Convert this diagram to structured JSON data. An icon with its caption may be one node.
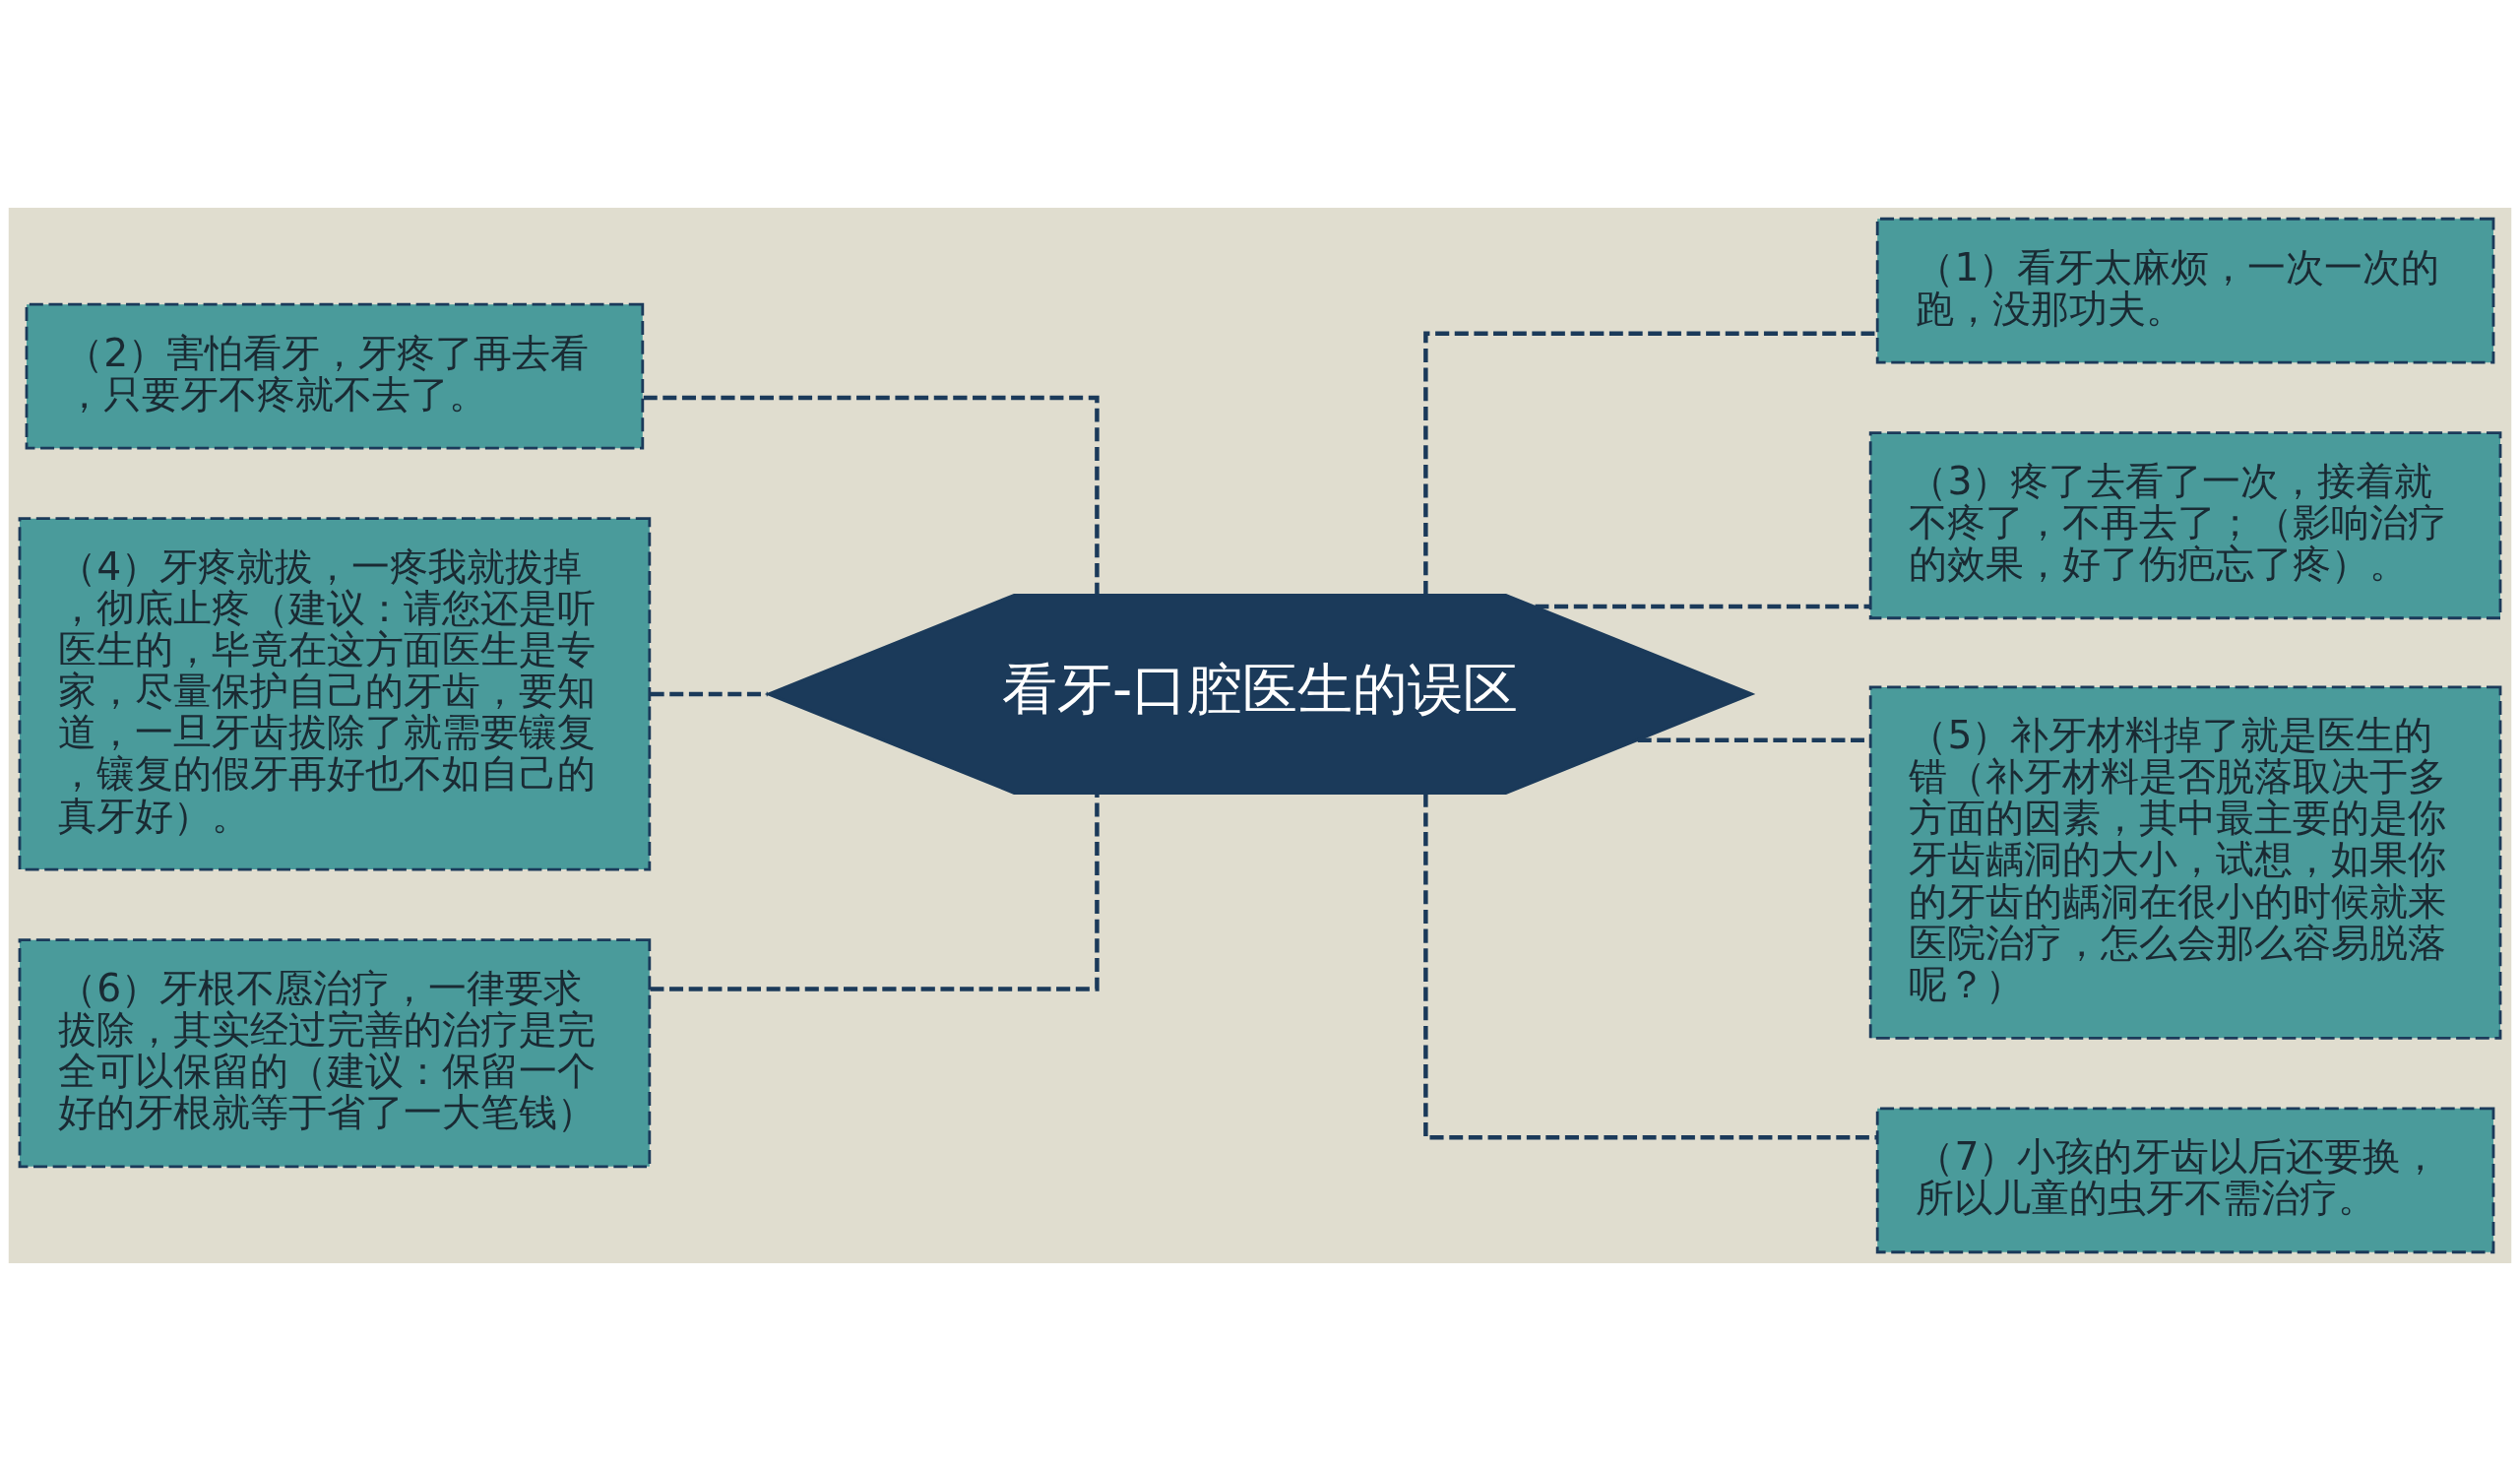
{
  "diagram": {
    "nodes": [
      {
        "text": [
          "看牙-口腔医生的误区"
        ]
      },
      {
        "text": [
          "（1）看牙太麻烦，一次一次的跑，没那功夫。"
        ]
      },
      {
        "text": [
          "（2）害怕看牙，牙疼了再去看，只要牙不疼就不去了。"
        ]
      },
      {
        "text": [
          "（3）疼了去看了一次，接着就不疼了，不再去了；（影响治疗的效果，好了伤疤忘了疼）。"
        ]
      },
      {
        "text": [
          "（4）牙疼就拔，一疼我就拔掉，彻底止疼（建议：请您还是听医生的，毕竟在这方面医生是专家，尽量保护自己的牙齿，要知道，一旦牙齿拔除了就需要镶复，镶复的假牙再好也不如自己的真牙好）。"
        ]
      },
      {
        "text": [
          "（5）补牙材料掉了就是医生的错（补牙材料是否脱落取决于多方面的因素，其中最主要的是你牙齿龋洞的大小，试想，如果你的牙齿的龋洞在很小的时候就来医院治疗，怎么会那么容易脱落呢？）"
        ]
      },
      {
        "text": [
          "（6）牙根不愿治疗，一律要求拔除，其实经过完善的治疗是完全可以保留的（建议：保留一个好的牙根就等于省了一大笔钱）"
        ]
      },
      {
        "text": [
          "（7）小孩的牙齿以后还要换，所以儿童的虫牙不需治疗。"
        ]
      }
    ],
    "edges": [
      {
        "from": 0,
        "to": 1,
        "arrow": "none",
        "style": "dashed"
      },
      {
        "from": 0,
        "to": 2,
        "arrow": "none",
        "style": "dashed"
      },
      {
        "from": 0,
        "to": 3,
        "arrow": "none",
        "style": "dashed"
      },
      {
        "from": 0,
        "to": 4,
        "arrow": "none",
        "style": "dashed"
      },
      {
        "from": 0,
        "to": 5,
        "arrow": "none",
        "style": "dashed"
      },
      {
        "from": 0,
        "to": 6,
        "arrow": "none",
        "style": "dashed"
      },
      {
        "from": 0,
        "to": 7,
        "arrow": "none",
        "style": "dashed"
      }
    ]
  }
}
